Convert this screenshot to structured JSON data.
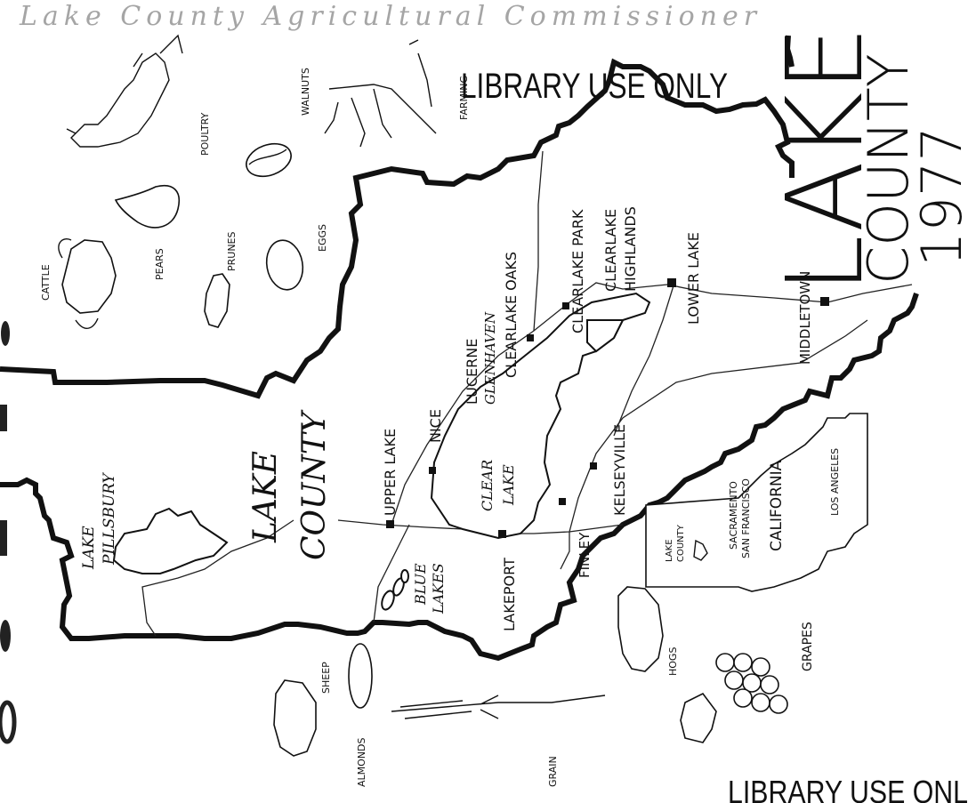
{
  "header": {
    "handwritten_title": "Lake County Agricultural Commissioner",
    "stamp_top": "LIBRARY USE ONLY",
    "stamp_bottom": "LIBRARY USE ONL"
  },
  "title_block": {
    "word1": "LAKE",
    "word2": "COUNTY",
    "year": "1977"
  },
  "map": {
    "county_label_1": "LAKE",
    "county_label_2": "COUNTY",
    "lake_pillsbury_1": "LAKE",
    "lake_pillsbury_2": "PILLSBURY",
    "blue_lakes_1": "BLUE",
    "blue_lakes_2": "LAKES",
    "clear_lake_1": "CLEAR",
    "clear_lake_2": "LAKE",
    "towns": {
      "upper_lake": "UPPER LAKE",
      "nice": "NICE",
      "lucerne": "LUCERNE",
      "glenhaven": "GLENHAVEN",
      "clearlake_oaks": "CLEARLAKE OAKS",
      "clearlake_park": "CLEARLAKE PARK",
      "clearlake_highlands_1": "CLEARLAKE",
      "clearlake_highlands_2": "HIGHLANDS",
      "lower_lake": "LOWER LAKE",
      "middletown": "MIDDLETOWN",
      "kelseyville": "KELSEYVILLE",
      "finley": "FINLEY",
      "lakeport": "LAKEPORT"
    }
  },
  "inset": {
    "state": "CALIFORNIA",
    "lake_county_1": "LAKE",
    "lake_county_2": "COUNTY",
    "sacramento": "SACRAMENTO",
    "san_francisco": "SAN FRANCISCO",
    "los_angeles": "LOS ANGELES"
  },
  "products": {
    "poultry": "POULTRY",
    "walnuts": "WALNUTS",
    "farming": "FARMING",
    "cattle": "CATTLE",
    "pears": "PEARS",
    "prunes": "PRUNES",
    "eggs": "EGGS",
    "sheep": "SHEEP",
    "almonds": "ALMONDS",
    "grain": "GRAIN",
    "hogs": "HOGS",
    "grapes": "GRAPES"
  }
}
